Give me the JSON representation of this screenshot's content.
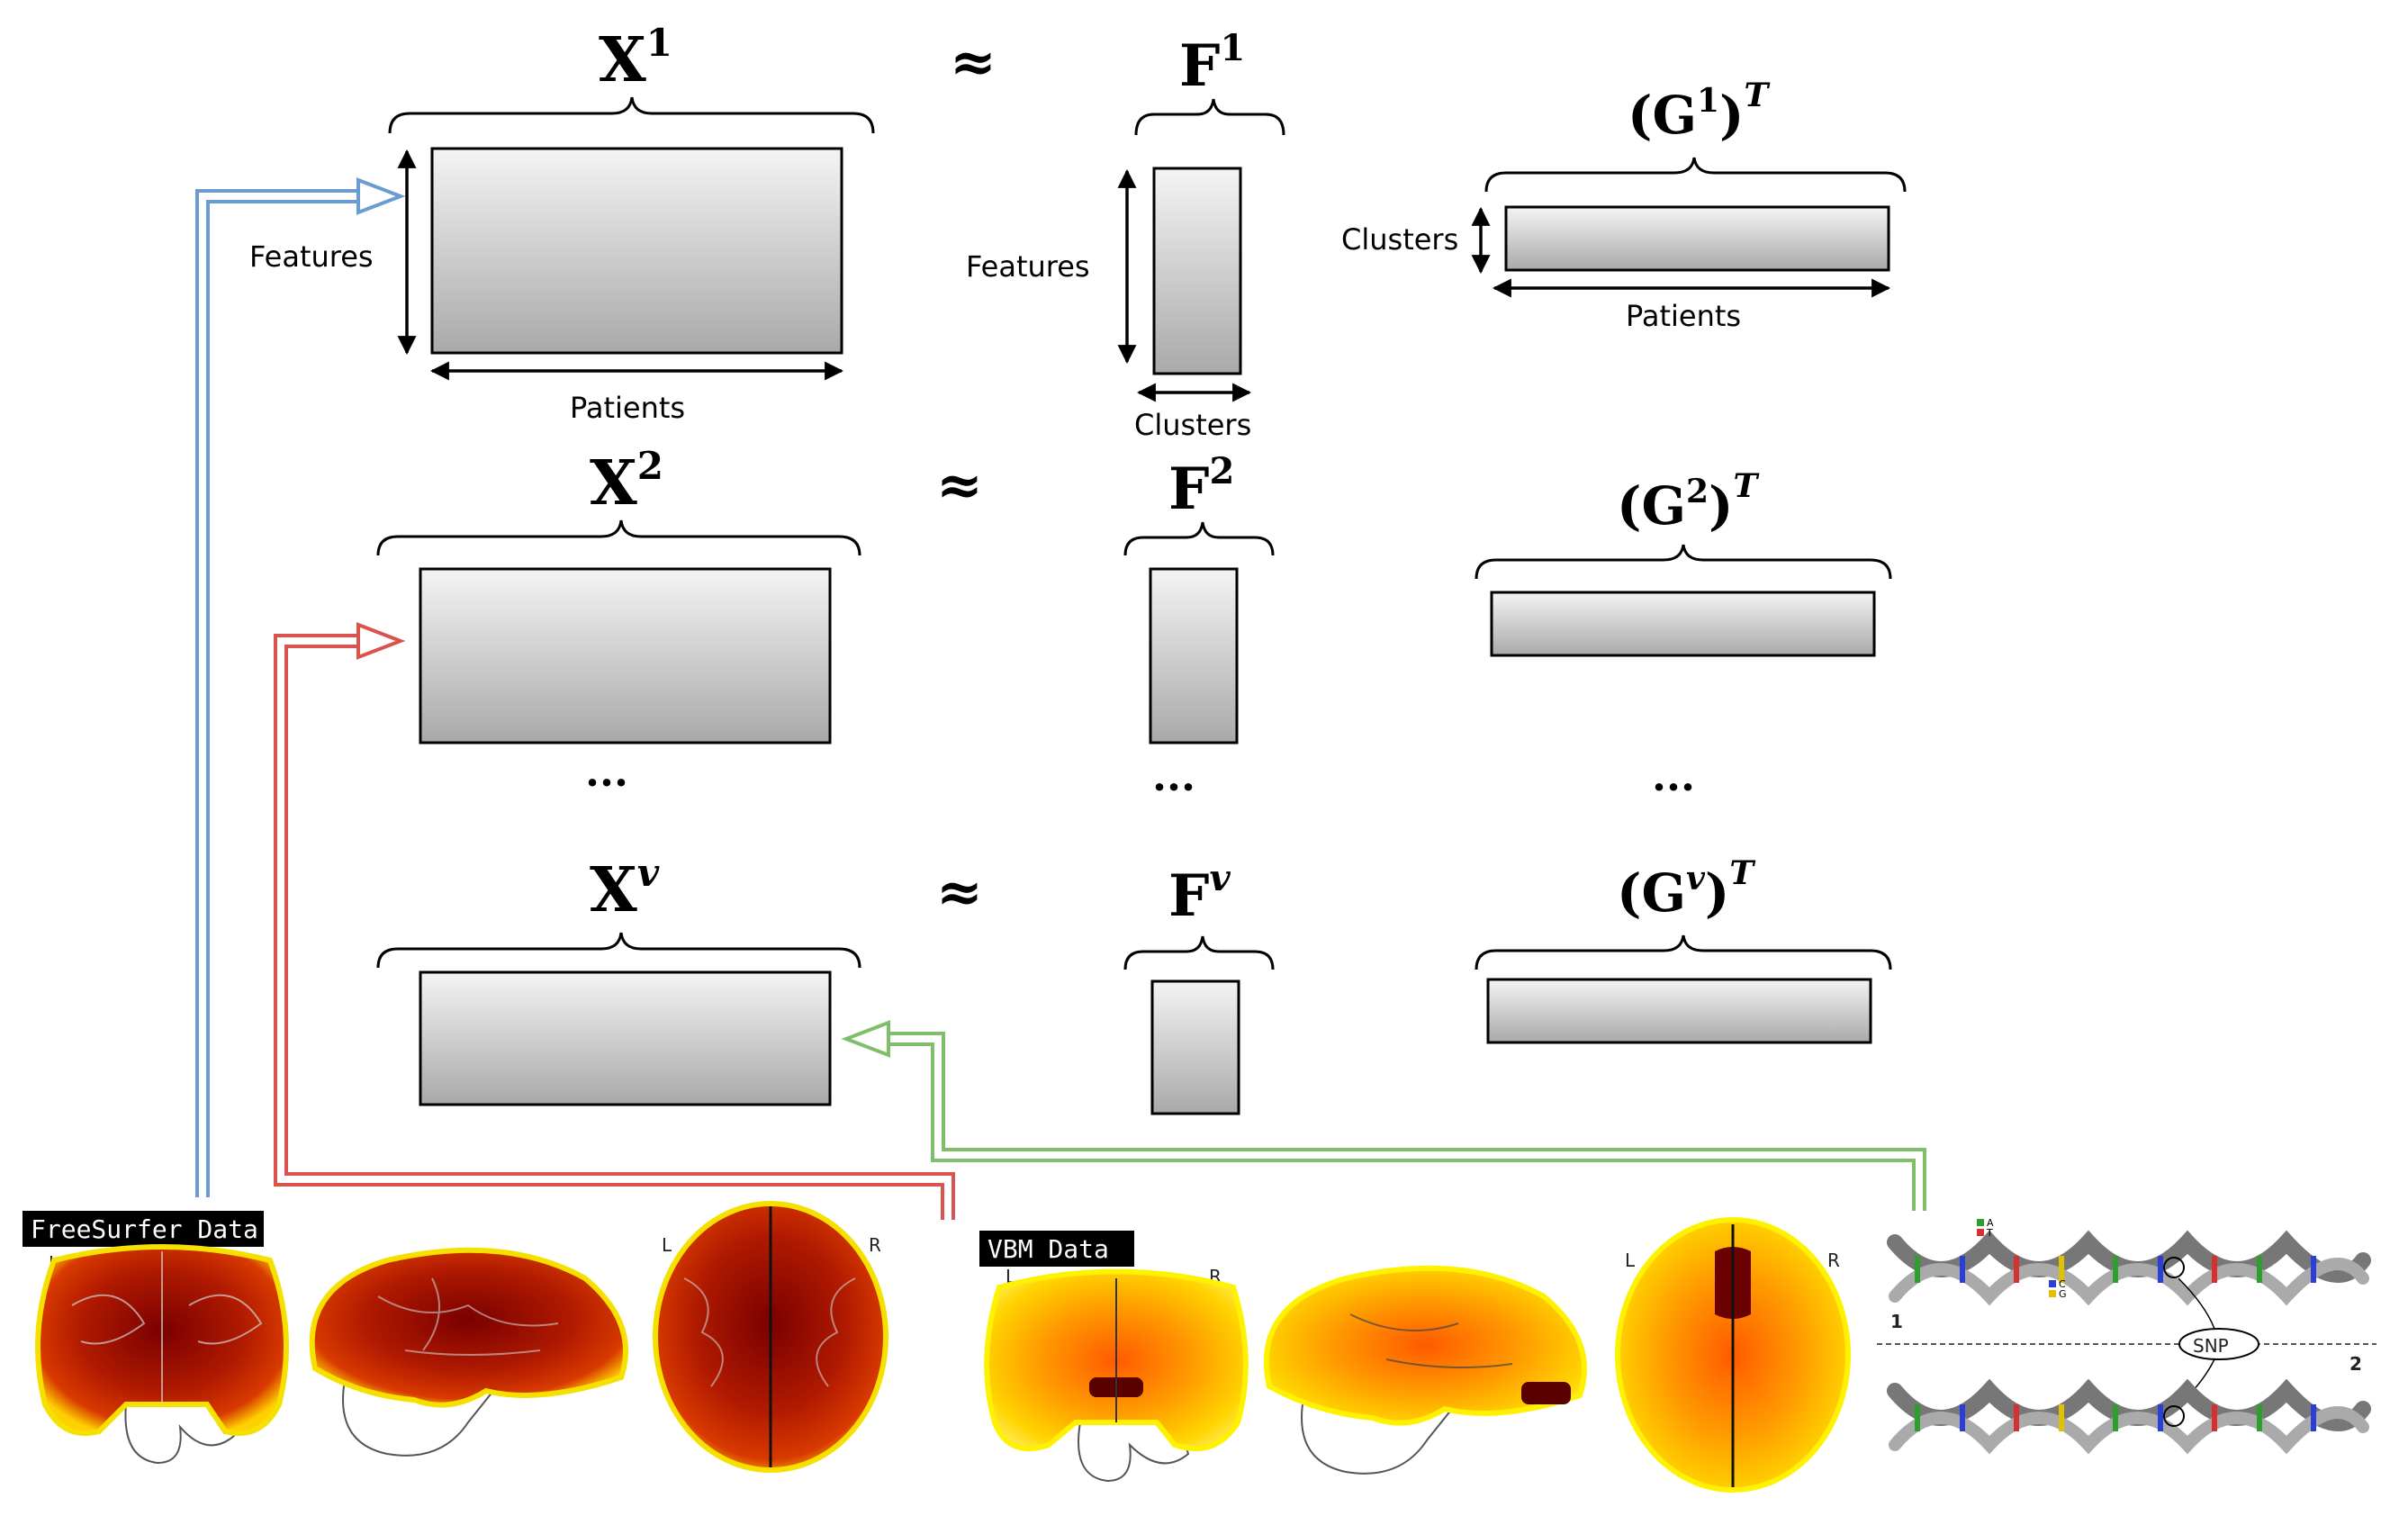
{
  "rows": [
    {
      "x_base": "X",
      "x_sup": "1",
      "approx": "≈",
      "f_base": "F",
      "f_sup": "1",
      "g_open": "(G",
      "g_sup": "1",
      "g_close": ")",
      "t_sup": "T"
    },
    {
      "x_base": "X",
      "x_sup": "2",
      "approx": "≈",
      "f_base": "F",
      "f_sup": "2",
      "g_open": "(G",
      "g_sup": "2",
      "g_close": ")",
      "t_sup": "T"
    },
    {
      "x_base": "X",
      "x_sup": "v",
      "approx": "≈",
      "f_base": "F",
      "f_sup": "v",
      "g_open": "(G",
      "g_sup": "v",
      "g_close": ")",
      "t_sup": "T"
    }
  ],
  "ellipsis": "···",
  "axis_labels": {
    "x_vertical": "Features",
    "x_horizontal": "Patients",
    "f_vertical": "Features",
    "f_horizontal": "Clusters",
    "g_vertical": "Clusters",
    "g_horizontal": "Patients"
  },
  "sources": {
    "freesurfer": {
      "label": "FreeSurfer Data",
      "color": "#6a9bd3"
    },
    "vbm": {
      "label": "VBM Data",
      "color": "#d9534f"
    },
    "snp": {
      "label": "SNP",
      "strand_1": "1",
      "strand_2": "2",
      "color": "#7fbf6a"
    }
  },
  "brain_side_labels": {
    "left": "L",
    "right": "R"
  },
  "base_legend": [
    "A",
    "T",
    "C",
    "G"
  ]
}
